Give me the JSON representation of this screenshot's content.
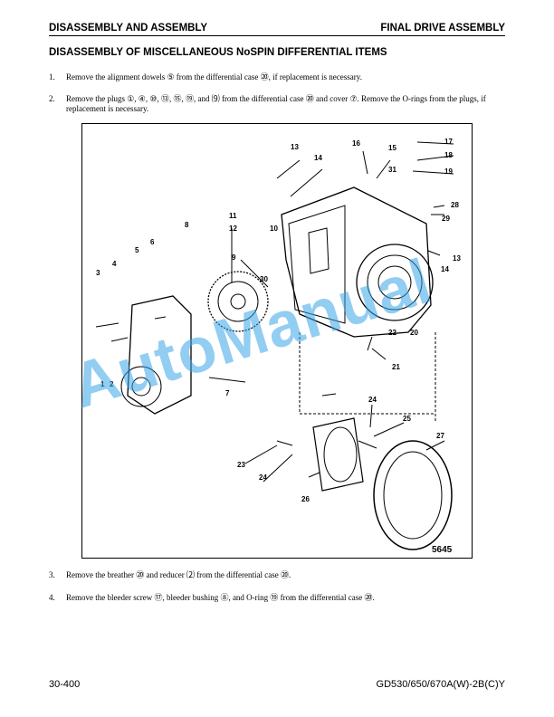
{
  "header": {
    "left": "DISASSEMBLY AND ASSEMBLY",
    "right": "FINAL DRIVE ASSEMBLY"
  },
  "section_title": "DISASSEMBLY OF MISCELLANEOUS NoSPIN DIFFERENTIAL ITEMS",
  "steps": [
    {
      "num": "1.",
      "text": "Remove the alignment dowels ⑤ from the differential case ⑳, if replacement is necessary."
    },
    {
      "num": "2.",
      "text": "Remove the plugs ①, ④, ⑩, ⑬, ⑮, ⑲, and ⑼ from the differential case ⑳ and cover ⑦. Remove the O-rings from the plugs, if replacement is necessary."
    },
    {
      "num": "3.",
      "text": "Remove the breather ⑳ and reducer ⑵ from the differential case ⑳."
    },
    {
      "num": "4.",
      "text": "Remove the bleeder screw ⑰, bleeder bushing ⑧, and O-ring ⑲ from the differential case ⑳."
    }
  ],
  "figure": {
    "id": "5645",
    "callouts": [
      "1",
      "2",
      "3",
      "4",
      "5",
      "6",
      "7",
      "8",
      "9",
      "10",
      "11",
      "12",
      "13",
      "14",
      "13",
      "14",
      "15",
      "16",
      "17",
      "18",
      "19",
      "20",
      "21",
      "22",
      "23",
      "24",
      "24",
      "25",
      "26",
      "27",
      "28",
      "29",
      "30",
      "31"
    ]
  },
  "watermark": "AutoManual",
  "footer": {
    "page": "30-400",
    "model": "GD530/650/670A(W)-2B(C)Y"
  }
}
